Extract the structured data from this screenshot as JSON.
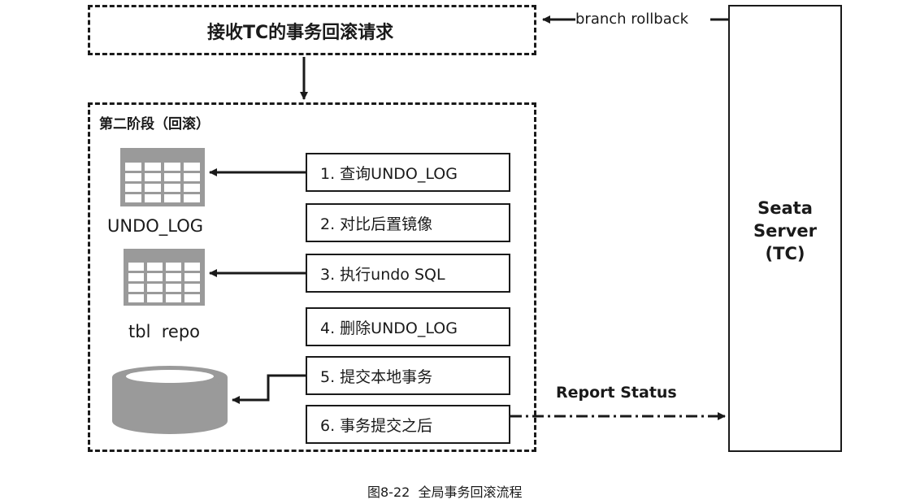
{
  "request_box": {
    "label": "接收TC的事务回滚请求"
  },
  "phase": {
    "label": "第二阶段（回滚）"
  },
  "steps": [
    {
      "label": "1. 查询UNDO_LOG"
    },
    {
      "label": "2. 对比后置镜像"
    },
    {
      "label": "3. 执行undo SQL"
    },
    {
      "label": "4. 删除UNDO_LOG"
    },
    {
      "label": "5. 提交本地事务"
    },
    {
      "label": "6. 事务提交之后"
    }
  ],
  "tables": {
    "undo_log": {
      "label": "UNDO_LOG",
      "icon": "table-icon"
    },
    "tbl_repo": {
      "label": "tbl  repo",
      "icon": "table-icon"
    }
  },
  "database": {
    "icon": "database-icon"
  },
  "server": {
    "line1": "Seata",
    "line2": "Server",
    "line3": "(TC)"
  },
  "edges": {
    "branch_rollback": "branch rollback",
    "report_status": "Report Status"
  },
  "caption": "图8-22  全局事务回滚流程",
  "colors": {
    "stroke": "#1a1a1a",
    "table_fill": "#9a9a9a",
    "table_cell": "#ffffff"
  }
}
